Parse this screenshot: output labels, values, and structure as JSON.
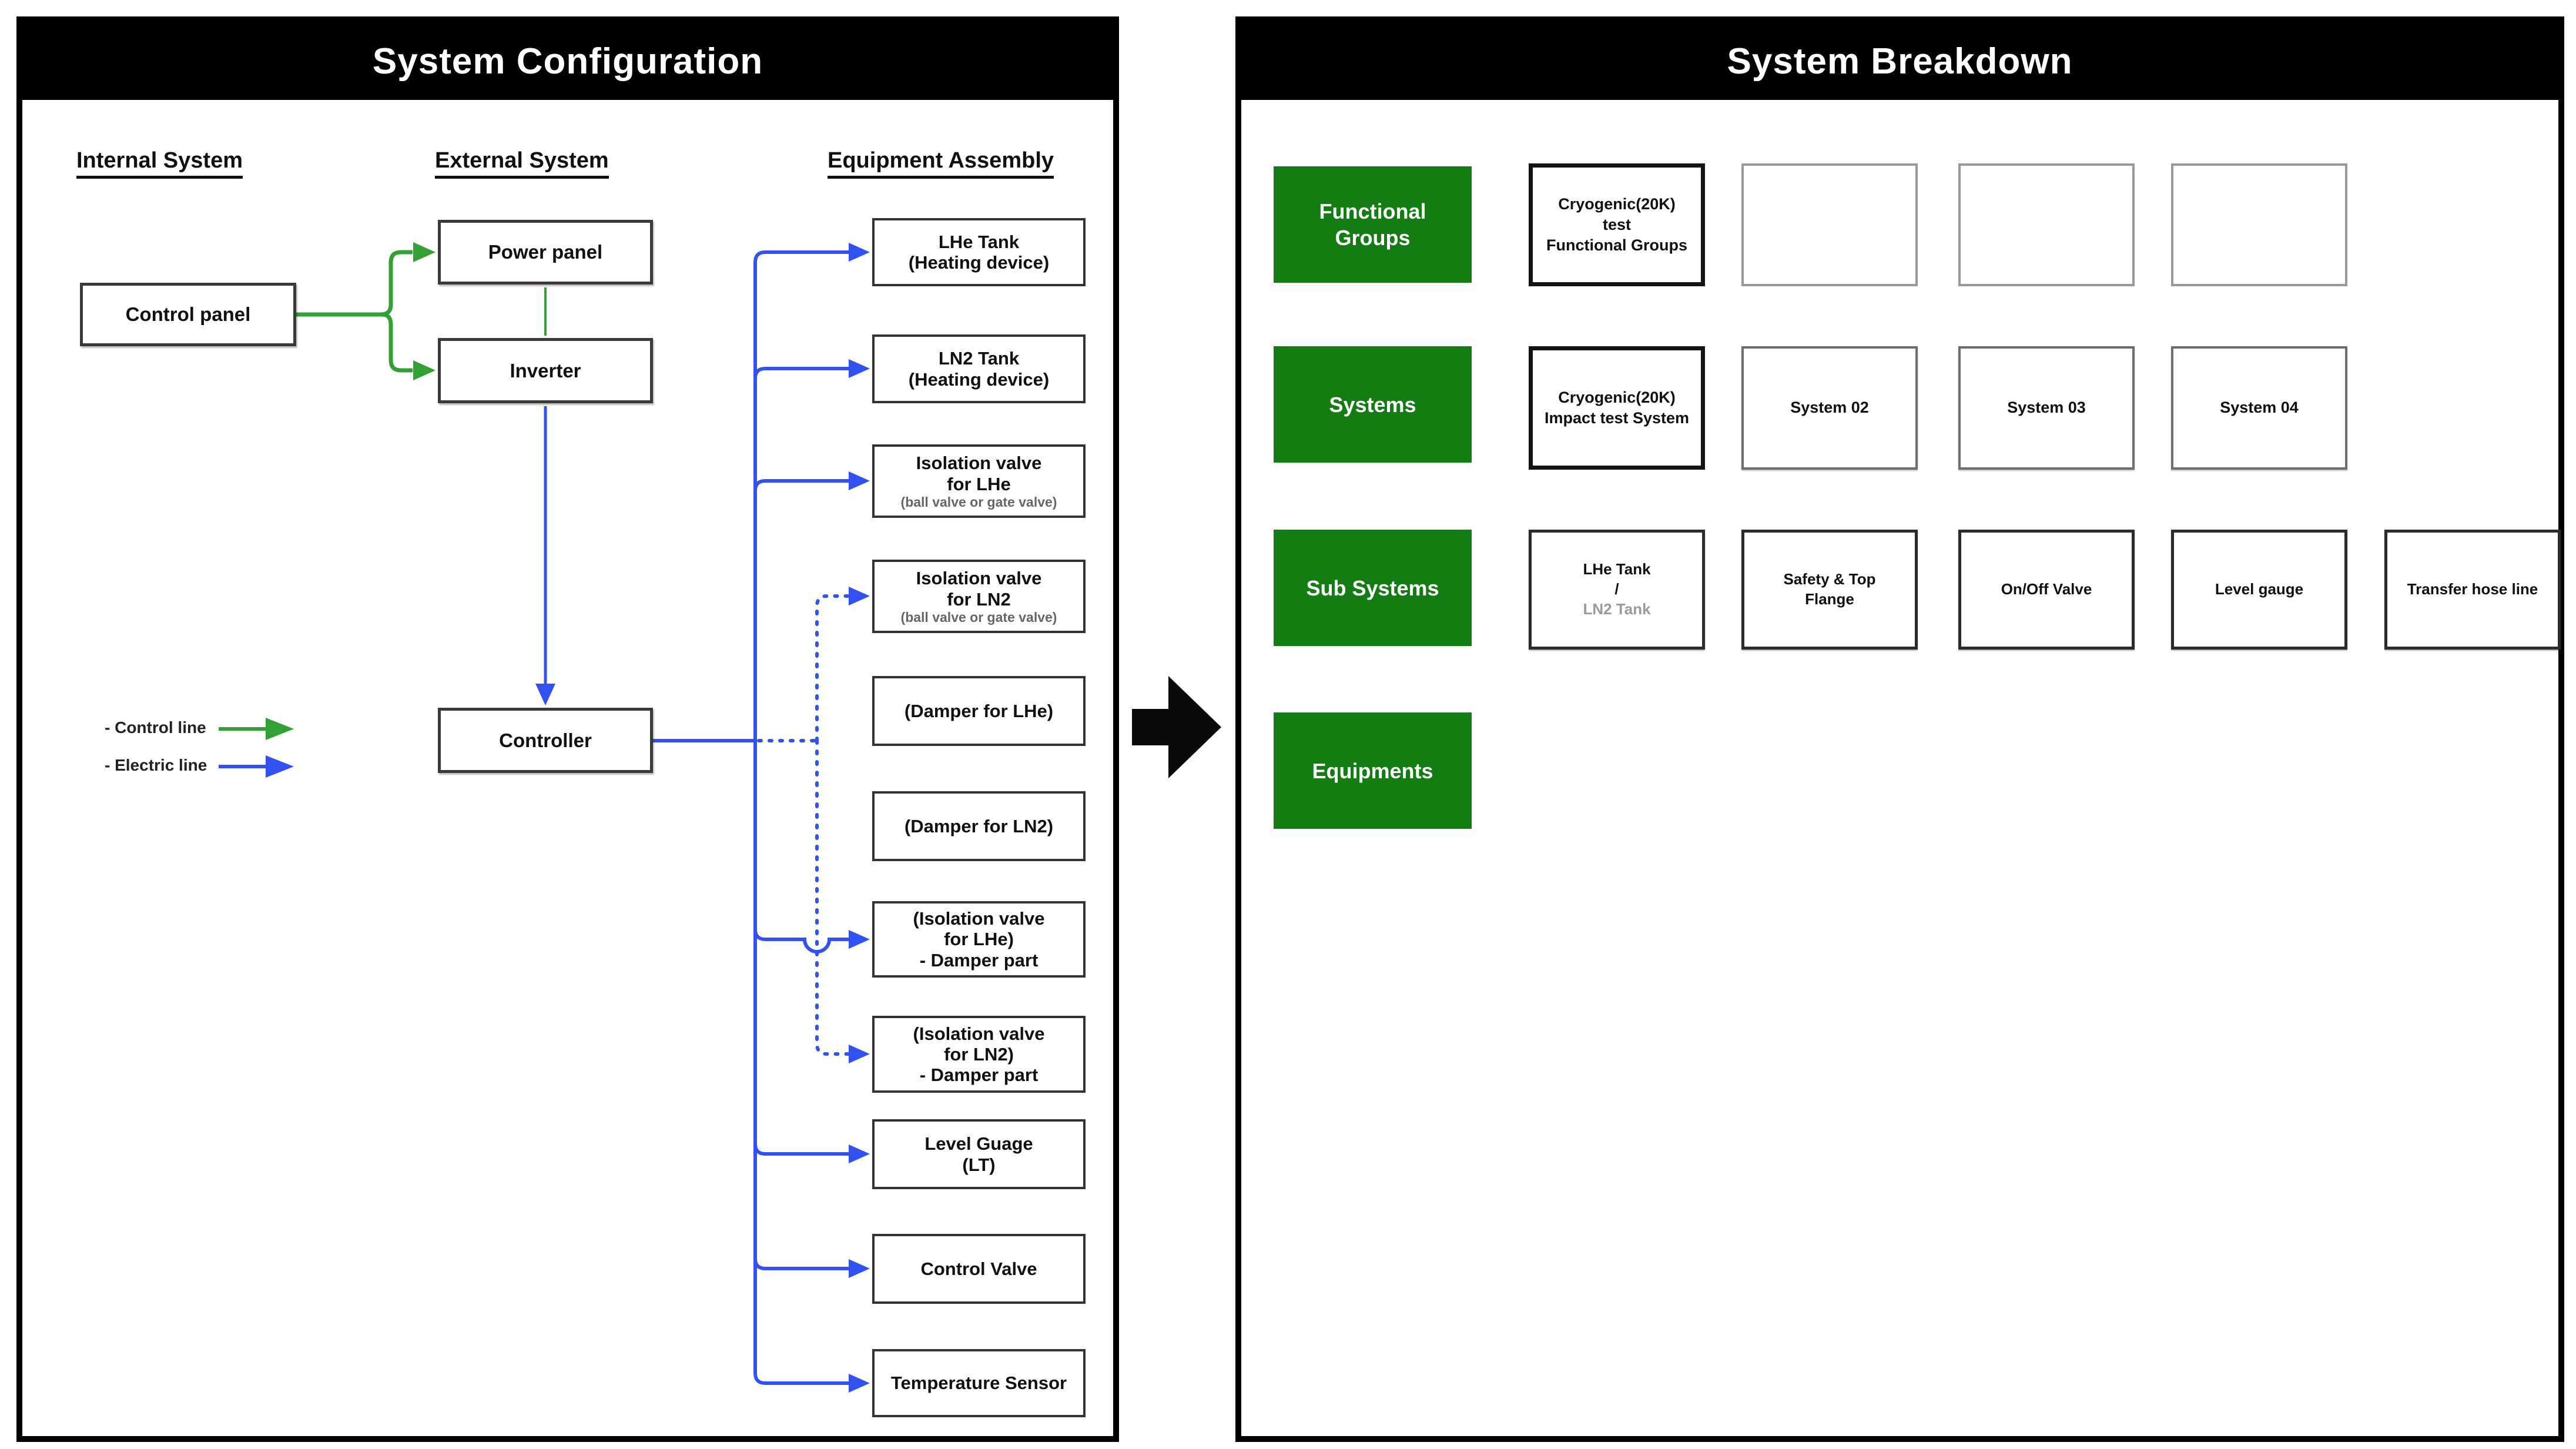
{
  "left_panel": {
    "title": "System Configuration",
    "columns": {
      "internal": "Internal System",
      "external": "External System",
      "equipment": "Equipment Assembly"
    },
    "nodes": {
      "control_panel": "Control panel",
      "power_panel": "Power panel",
      "inverter": "Inverter",
      "controller": "Controller"
    },
    "equipment_boxes": [
      {
        "l1": "LHe Tank",
        "l2": "(Heating device)"
      },
      {
        "l1": "LN2 Tank",
        "l2": "(Heating device)"
      },
      {
        "l1": "Isolation valve",
        "l2": "for LHe",
        "note": "(ball valve or gate valve)"
      },
      {
        "l1": "Isolation valve",
        "l2": "for LN2",
        "note": "(ball valve or gate valve)"
      },
      {
        "l1": "(Damper for LHe)"
      },
      {
        "l1": "(Damper for LN2)"
      },
      {
        "l1": "(Isolation valve",
        "l2": "for LHe)",
        "l3": "- Damper part"
      },
      {
        "l1": "(Isolation valve",
        "l2": "for LN2)",
        "l3": "- Damper part"
      },
      {
        "l1": "Level Guage",
        "l2": "(LT)"
      },
      {
        "l1": "Control Valve"
      },
      {
        "l1": "Temperature Sensor"
      }
    ],
    "legend": {
      "control_line": "- Control line",
      "electric_line": "- Electric line"
    }
  },
  "right_panel": {
    "title": "System Breakdown",
    "groups": [
      "Functional Groups",
      "Systems",
      "Sub Systems",
      "Equipments"
    ],
    "functional_row": {
      "cell1": {
        "l1": "Cryogenic(20K)",
        "l2": "test",
        "l3": "Functional Groups"
      }
    },
    "systems_row": {
      "cell1": {
        "l1": "Cryogenic(20K)",
        "l2": "Impact test System"
      },
      "cell2": "System 02",
      "cell3": "System 03",
      "cell4": "System 04"
    },
    "subsystems_row": {
      "cell1": {
        "l1": "LHe Tank",
        "l2": "/",
        "l3": "LN2 Tank"
      },
      "cell2": {
        "l1": "Safety & Top",
        "l2": "Flange"
      },
      "cell3": "On/Off Valve",
      "cell4": "Level gauge",
      "cell5": "Transfer hose line"
    }
  },
  "colors": {
    "group_box_green": "#137c13",
    "control_line_green": "#33a033",
    "electric_line_blue": "#3152f0",
    "breakdown_connector_red": "#ef3b3b",
    "title_bar_black": "#000000"
  }
}
